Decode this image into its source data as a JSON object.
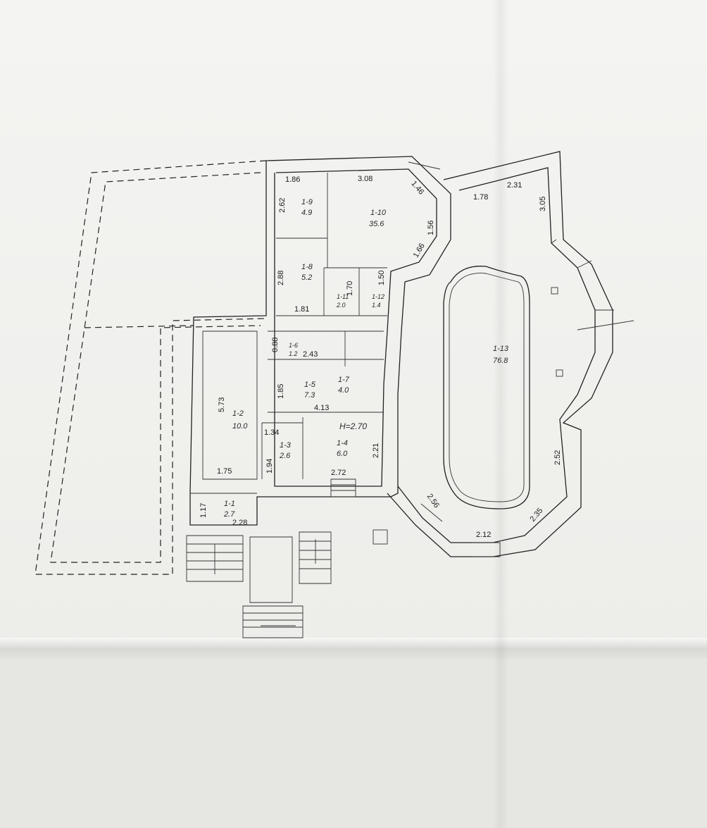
{
  "rooms": [
    {
      "id": "1-1",
      "area": "2.7"
    },
    {
      "id": "1-2",
      "area": "10.0"
    },
    {
      "id": "1-3",
      "area": "2.6"
    },
    {
      "id": "1-4",
      "area": "6.0"
    },
    {
      "id": "1-5",
      "area": "7.3"
    },
    {
      "id": "1-6",
      "area": "1.2"
    },
    {
      "id": "1-7",
      "area": "4.0"
    },
    {
      "id": "1-8",
      "area": "5.2"
    },
    {
      "id": "1-9",
      "area": "4.9"
    },
    {
      "id": "1-10",
      "area": "35.6"
    },
    {
      "id": "1-11",
      "area": "2.0"
    },
    {
      "id": "1-12",
      "area": "1.4"
    },
    {
      "id": "1-13",
      "area": "76.8"
    }
  ],
  "height_label": "H=2.70",
  "dimensions": [
    "1.86",
    "3.08",
    "1.46",
    "1.78",
    "2.31",
    "3.05",
    "2.62",
    "1.56",
    "1.66",
    "2.88",
    "1.70",
    "1.50",
    "1.81",
    "0.88",
    "2.43",
    "5.73",
    "1.85",
    "4.13",
    "1.34",
    "1.94",
    "2.21",
    "2.72",
    "1.75",
    "1.17",
    "2.28",
    "2.52",
    "2.56",
    "2.35",
    "2.12"
  ],
  "colors": {
    "line": "#222222",
    "paper": "#f2f2f0"
  }
}
